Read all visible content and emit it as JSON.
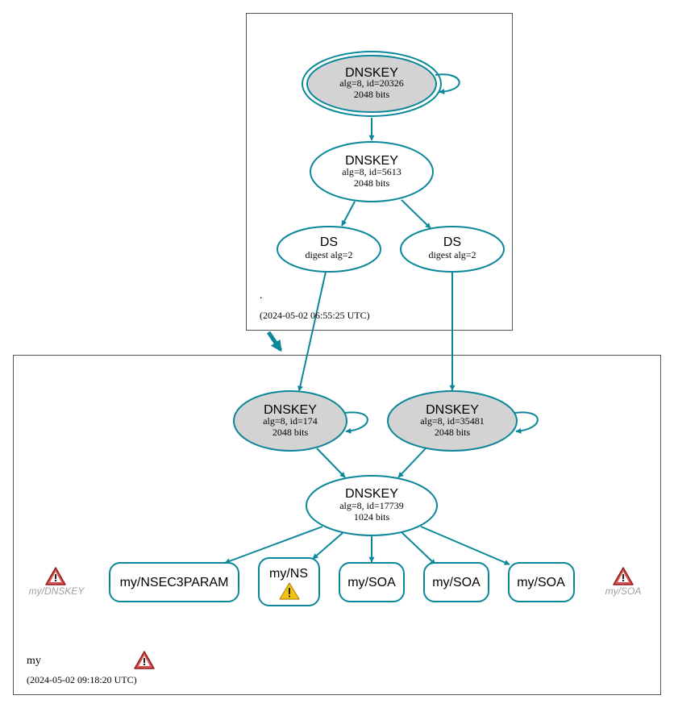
{
  "colors": {
    "edge": "#0a879a",
    "ksk_fill": "#d3d3d3",
    "node_fill": "#ffffff",
    "zone_border": "#555555",
    "warning_red": "#c0392b",
    "warning_yellow": "#f1c40f",
    "missing_text": "#a0a0a0"
  },
  "root_zone": {
    "name": ".",
    "timestamp": "(2024-05-02 06:55:25 UTC)",
    "ksk": {
      "title": "DNSKEY",
      "line1": "alg=8, id=20326",
      "line2": "2048 bits"
    },
    "zsk": {
      "title": "DNSKEY",
      "line1": "alg=8, id=5613",
      "line2": "2048 bits"
    },
    "ds_left": {
      "title": "DS",
      "line1": "digest alg=2"
    },
    "ds_right": {
      "title": "DS",
      "line1": "digest alg=2"
    }
  },
  "my_zone": {
    "name": "my",
    "timestamp": "(2024-05-02 09:18:20 UTC)",
    "ksk_left": {
      "title": "DNSKEY",
      "line1": "alg=8, id=174",
      "line2": "2048 bits"
    },
    "ksk_right": {
      "title": "DNSKEY",
      "line1": "alg=8, id=35481",
      "line2": "2048 bits"
    },
    "zsk": {
      "title": "DNSKEY",
      "line1": "alg=8, id=17739",
      "line2": "1024 bits"
    },
    "records": {
      "nsec3param": "my/NSEC3PARAM",
      "ns": "my/NS",
      "soa1": "my/SOA",
      "soa2": "my/SOA",
      "soa3": "my/SOA"
    },
    "missing_dnskey": "my/DNSKEY",
    "missing_soa": "my/SOA"
  }
}
